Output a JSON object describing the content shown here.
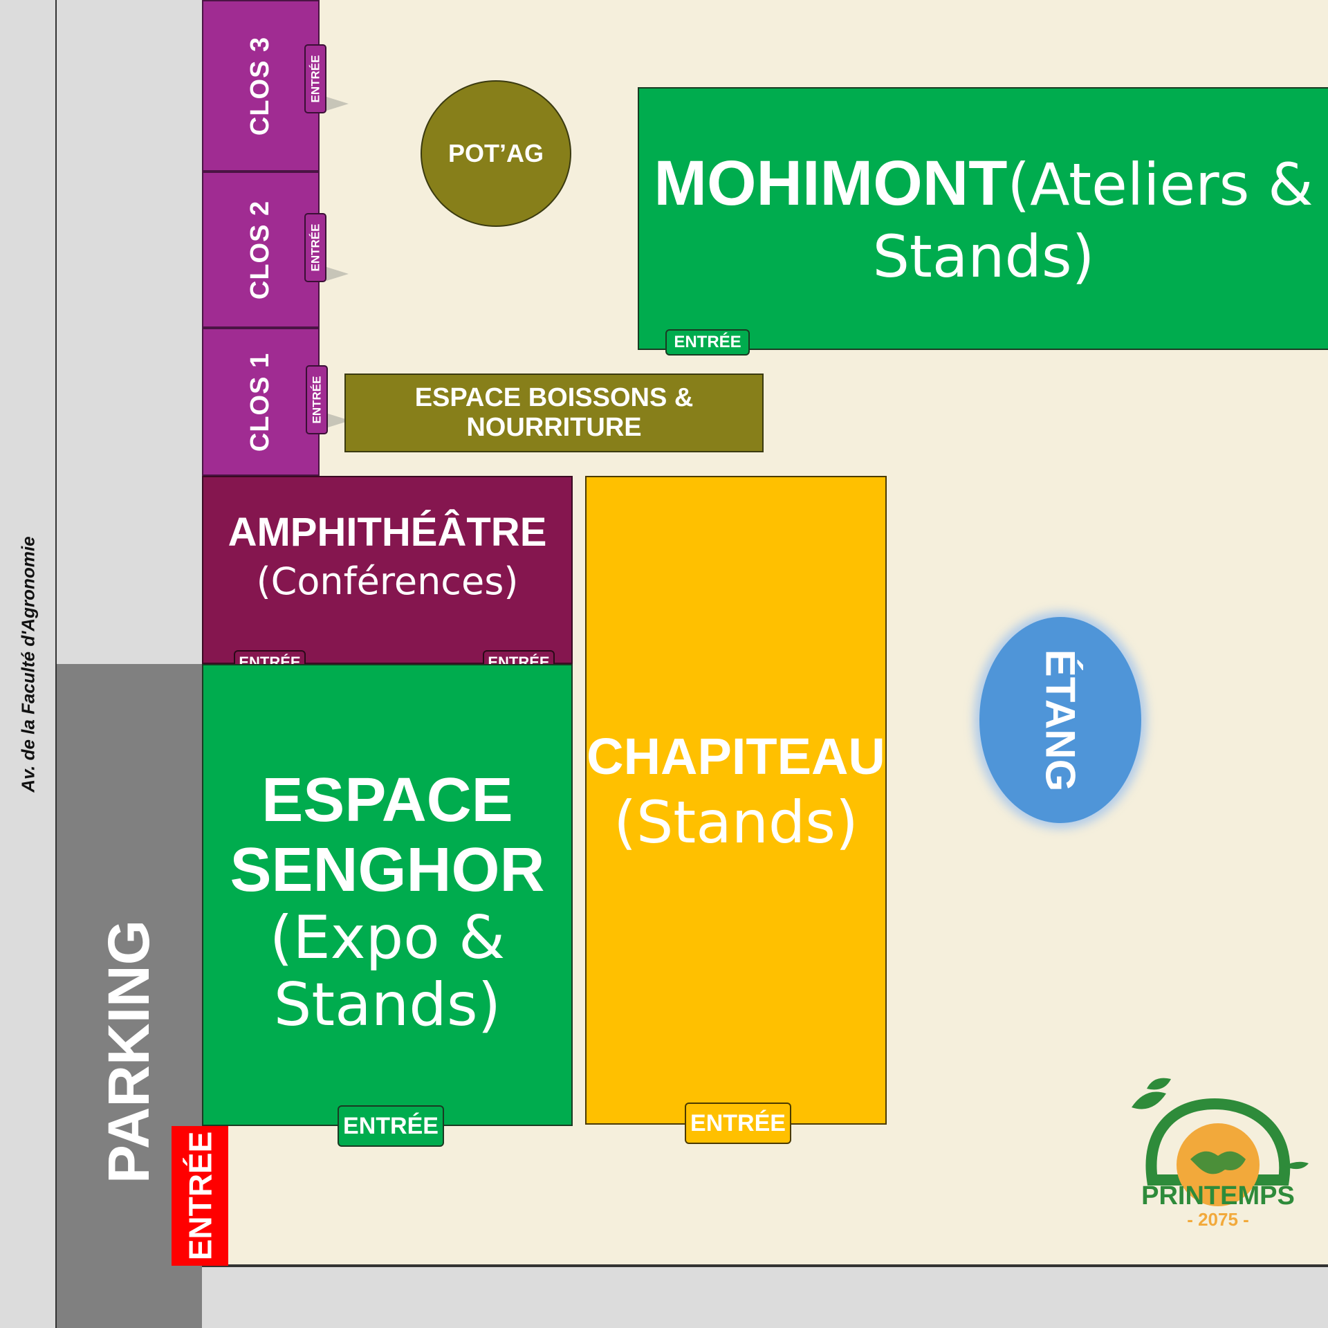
{
  "street": {
    "name": "Av. de la Faculté d'Agronomie"
  },
  "parking": {
    "label": "PARKING"
  },
  "zones": {
    "clos3": {
      "label": "CLOS 3",
      "entrance": "ENTRÉE"
    },
    "clos2": {
      "label": "CLOS 2",
      "entrance": "ENTRÉE"
    },
    "clos1": {
      "label": "CLOS 1",
      "entrance": "ENTRÉE"
    },
    "potag": {
      "label": "POT’AG"
    },
    "mohimont": {
      "title": "MOHIMONT",
      "subtitle": "(Ateliers & Stands)",
      "entrance": "ENTRÉE"
    },
    "boissons": {
      "label": "ESPACE BOISSONS & NOURRITURE"
    },
    "amphitheatre": {
      "title": "AMPHITHÉÂTRE",
      "subtitle": "(Conférences)",
      "entrance_left": "ENTRÉE",
      "entrance_right": "ENTRÉE"
    },
    "senghor": {
      "title_line1": "ESPACE",
      "title_line2": "SENGHOR",
      "subtitle_line1": "(Expo &",
      "subtitle_line2": "Stands)",
      "entrance": "ENTRÉE"
    },
    "chapiteau": {
      "title": "CHAPITEAU",
      "subtitle": "(Stands)",
      "entrance": "ENTRÉE"
    },
    "etang": {
      "label": "ÉTANG"
    }
  },
  "main_entrance": {
    "label": "ENTRÉE"
  },
  "logo": {
    "name": "PRINTEMPS",
    "year": "- 2075 -"
  },
  "colors": {
    "ground": "#f5efdc",
    "clos": "#a02c92",
    "olive": "#877f1a",
    "green": "#00ac4e",
    "amphitheatre": "#85164f",
    "chapiteau": "#ffc000",
    "etang": "#4f95d8",
    "entrance_red": "#ff0000",
    "parking": "#808080"
  }
}
